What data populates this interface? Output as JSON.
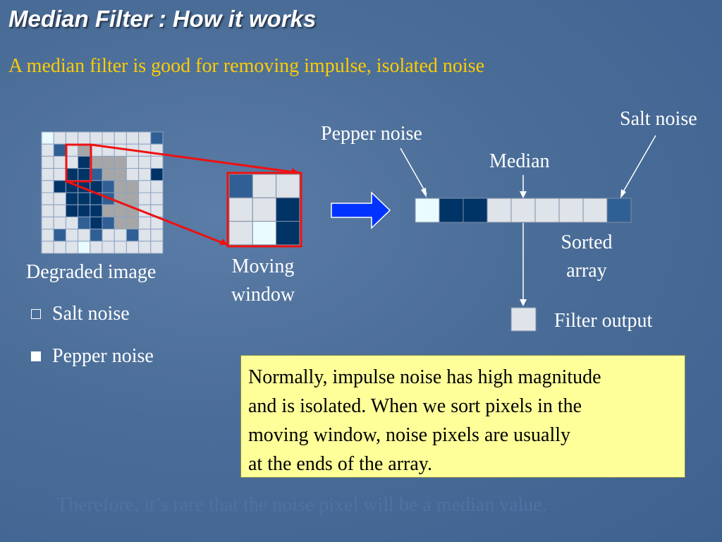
{
  "slide": {
    "title": "Median Filter : How it works",
    "subtitle": "A median filter is good for removing impulse, isolated noise"
  },
  "labels": {
    "degraded_image": "Degraded image",
    "moving_window_line1": "Moving",
    "moving_window_line2": "window",
    "pepper_noise": "Pepper noise",
    "salt_noise": "Salt noise",
    "median": "Median",
    "sorted_line1": "Sorted",
    "sorted_line2": "array",
    "filter_output": "Filter output"
  },
  "legend": [
    {
      "label": "Salt noise",
      "marker": "hollow-square"
    },
    {
      "label": "Pepper noise",
      "marker": "filled-square"
    }
  ],
  "note": "Normally, impulse noise has high magnitude\n and is isolated. When we sort pixels in the\n moving window,  noise pixels are usually\n at the ends of the array.",
  "footer": "Therefore, it’s rare that the noise pixel will be a median value.",
  "colors": {
    "pepper": "#003366",
    "dark": "#2f5f94",
    "gray": "#a6a6a6",
    "light": "#dfe3ea",
    "salt": "#e9fbff",
    "highlight": "#ee1111",
    "arrow": "#0033ff"
  },
  "degraded_image_grid": [
    "SLLLLLLLLD",
    "LDLGLLLLLL",
    "LLLPGGGLLL",
    "LLPPDGGLLP",
    "LPPPPDGGLL",
    "LLPPPDGGLL",
    "LLPPPGGGLL",
    "LLLDPDGGLL",
    "LDLLDLLDLL",
    "LLLSLLLLLL"
  ],
  "moving_window_grid": [
    "DLL",
    "LLP",
    "LSP"
  ],
  "sorted_array": [
    "S",
    "P",
    "P",
    "L",
    "L",
    "L",
    "L",
    "L",
    "D"
  ],
  "filter_output_value": "L"
}
